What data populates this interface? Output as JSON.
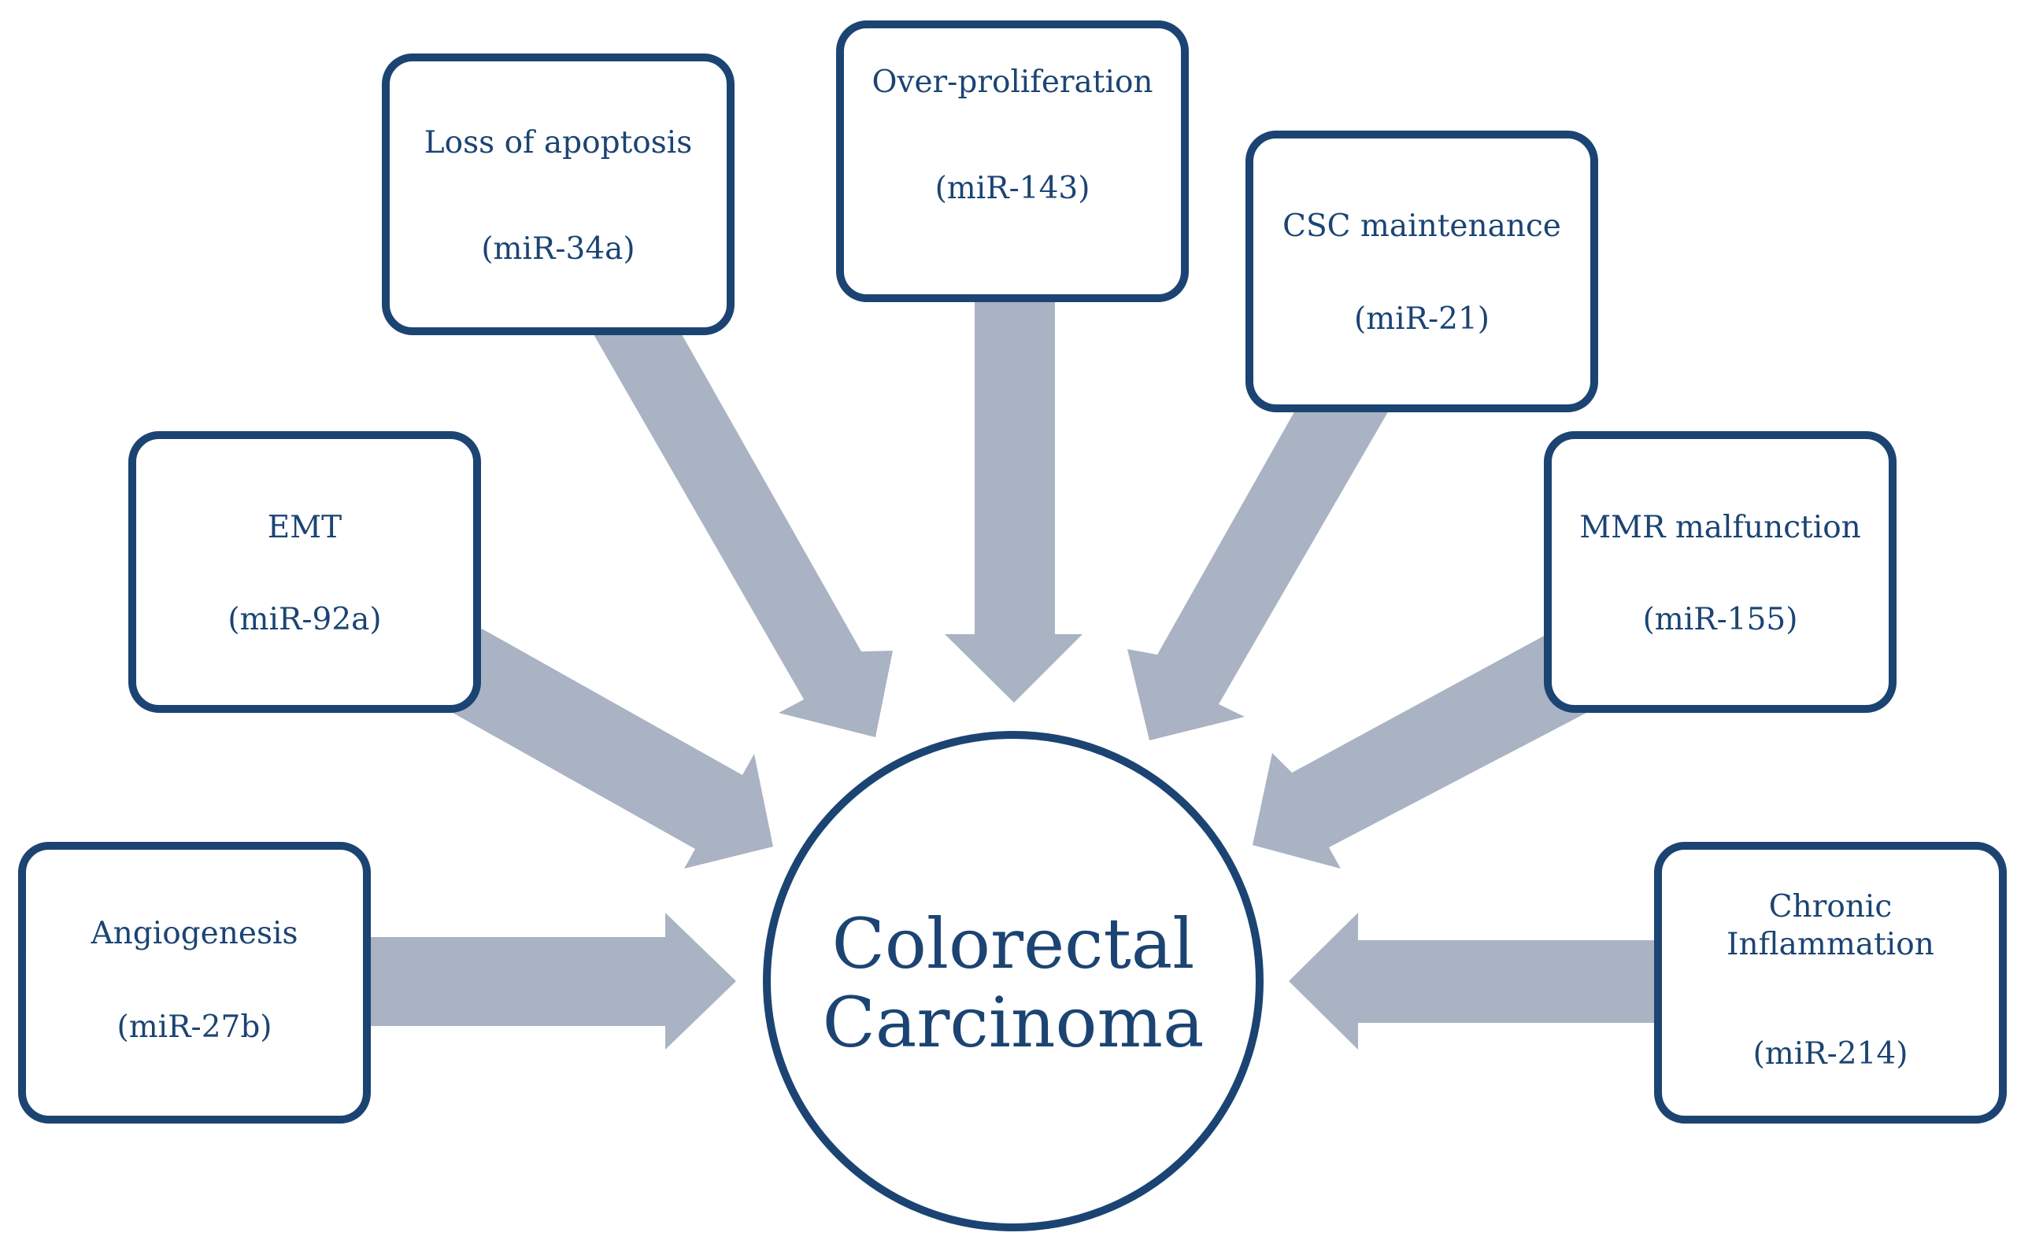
{
  "center": {
    "line1": "Colorectal",
    "line2": "Carcinoma"
  },
  "nodes": [
    {
      "title": "Angiogenesis",
      "mirna": "(miR-27b)"
    },
    {
      "title": "EMT",
      "mirna": "(miR-92a)"
    },
    {
      "title": "Loss of apoptosis",
      "mirna": "(miR-34a)"
    },
    {
      "title": "Over-proliferation",
      "mirna": "(miR-143)"
    },
    {
      "title": "CSC maintenance",
      "mirna": "(miR-21)"
    },
    {
      "title": "MMR malfunction",
      "mirna": "(miR-155)"
    },
    {
      "title_line1": "Chronic",
      "title_line2": "Inflammation",
      "mirna": "(miR-214)"
    }
  ],
  "colors": {
    "outline": "#1b4473",
    "text": "#1b4473",
    "arrow": "#aab3c3",
    "background": "#ffffff"
  }
}
